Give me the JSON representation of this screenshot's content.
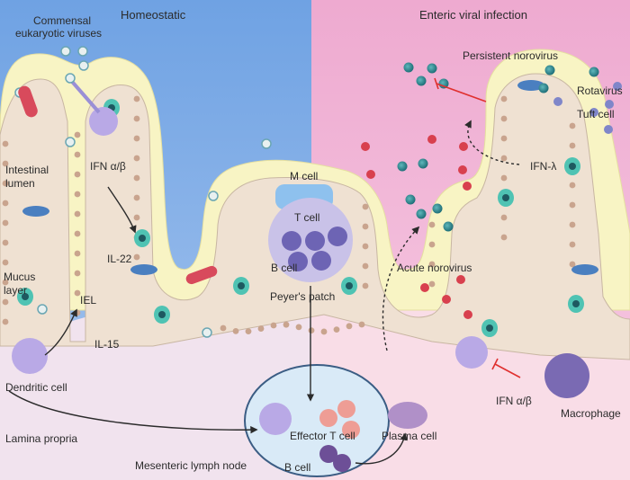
{
  "panels": {
    "left_title": "Homeostatic",
    "right_title": "Enteric viral infection"
  },
  "labels": {
    "commensal_line1": "Commensal",
    "commensal_line2": "eukaryotic viruses",
    "intestinal_line1": "Intestinal",
    "intestinal_line2": "lumen",
    "ifn_ab_left": "IFN α/β",
    "il22": "IL-22",
    "mucus_line1": "Mucus",
    "mucus_line2": "layer",
    "iel": "IEL",
    "il15": "IL-15",
    "dendritic_cell": "Dendritic cell",
    "lamina_propria": "Lamina propria",
    "m_cell": "M cell",
    "t_cell": "T cell",
    "b_cell_pp": "B cell",
    "peyers_patch": "Peyer's patch",
    "effector_t_cell": "Effector T cell",
    "b_cell_ln": "B cell",
    "mesenteric_lymph_node": "Mesenteric lymph node",
    "plasma_cell": "Plasma cell",
    "persistent_norovirus": "Persistent norovirus",
    "rotavirus": "Rotavirus",
    "tuft_cell": "Tuft cell",
    "ifn_lambda": "IFN-λ",
    "acute_norovirus": "Acute norovirus",
    "ifn_ab_right": "IFN α/β",
    "macrophage": "Macrophage"
  },
  "colors": {
    "left_bg": "#78a9e6",
    "right_bg": "#f2b6d6",
    "lamina_left": "#eee2ee",
    "lamina_right": "#f9dbe6",
    "mucus": "#f7f3c8",
    "epithelium": "#efe1d2",
    "nucleus": "#c9a48e",
    "dendritic": "#b9a9e6",
    "goblet": "#4fc3b3",
    "norovirus": "#2f8a91",
    "rotavirus": "#7f86c9",
    "commensal_virus": "#e8f0f0",
    "bacteria": "#d84a5c",
    "red_virus": "#d8404e",
    "antibody": "#e6a73a",
    "inhibition": "#e0302f",
    "lymph_node": "#d9eaf7"
  }
}
